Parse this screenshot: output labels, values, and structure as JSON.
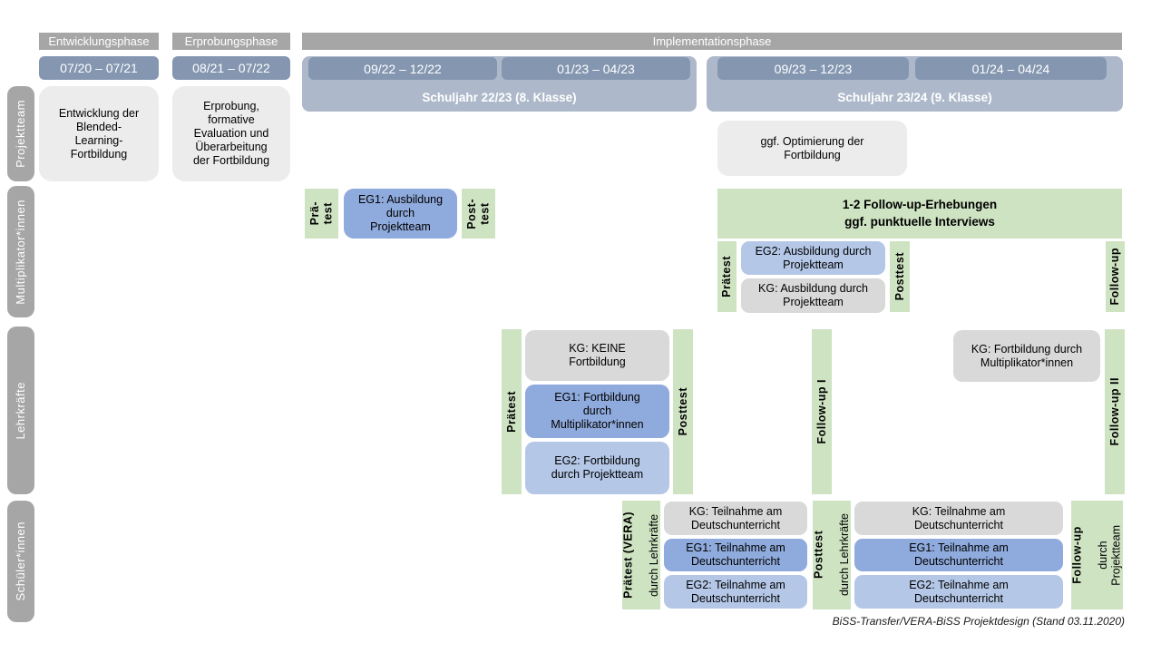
{
  "phases": {
    "p1": "Entwicklungsphase",
    "p2": "Erprobungsphase",
    "p3": "Implementationsphase"
  },
  "dates": {
    "d1": "07/20 – 07/21",
    "d2": "08/21 – 07/22",
    "d3": "09/22 – 12/22",
    "d4": "01/23 – 04/23",
    "d5": "09/23 – 12/23",
    "d6": "01/24 – 04/24"
  },
  "schuljahr": {
    "s1": "Schuljahr 22/23 (8. Klasse)",
    "s2": "Schuljahr 23/24 (9. Klasse)"
  },
  "row_labels": {
    "projektteam": "Projektteam",
    "multiplikator": "Multiplikator*innen",
    "lehrkraefte": "Lehrkräfte",
    "schueler": "Schüler*innen"
  },
  "projektteam": {
    "entwicklung": "Entwicklung der\nBlended-\nLearning-\nFortbildung",
    "erprobung": "Erprobung,\nformative\nEvaluation und\nÜberarbeitung\nder Fortbildung",
    "optimierung": "ggf. Optimierung der\nFortbildung"
  },
  "multiplikator": {
    "praetest1": "Prä-\ntest",
    "eg1": "EG1: Ausbildung\ndurch\nProjektteam",
    "posttest1": "Post-\ntest",
    "followup_box": "1-2 Follow-up-Erhebungen\nggf. punktuelle Interviews",
    "praetest2": "Prätest",
    "eg2": "EG2: Ausbildung durch\nProjektteam",
    "kg": "KG: Ausbildung durch\nProjektteam",
    "posttest2": "Posttest",
    "followup": "Follow-up"
  },
  "lehrkraefte": {
    "praetest": "Prätest",
    "kg": "KG: KEINE\nFortbildung",
    "eg1": "EG1: Fortbildung\ndurch\nMultiplikator*innen",
    "eg2": "EG2: Fortbildung\ndurch Projektteam",
    "posttest": "Posttest",
    "followup1": "Follow-up I",
    "kg2": "KG: Fortbildung durch\nMultiplikator*innen",
    "followup2": "Follow-up II"
  },
  "schueler": {
    "praetest_main": "Prätest (VERA)",
    "praetest_sub": "durch Lehrkräfte",
    "kg": "KG: Teilnahme am\nDeutschunterricht",
    "eg1": "EG1: Teilnahme am\nDeutschunterricht",
    "eg2": "EG2: Teilnahme am\nDeutschunterricht",
    "posttest_main": "Posttest",
    "posttest_sub": "durch Lehrkräfte",
    "followup_main": "Follow-up",
    "followup_sub": "durch\nProjektteam"
  },
  "footer": "BiSS-Transfer/VERA-BiSS Projektdesign (Stand 03.11.2020)",
  "colors": {
    "header_gray": "#a6a6a6",
    "date_blue": "#8496b0",
    "container_blue": "#adb9ca",
    "light_box_gray": "#ececec",
    "kg_gray": "#d9d9d9",
    "eg1_blue": "#8faadc",
    "eg2_blue": "#b4c7e7",
    "test_green": "#cee3c2"
  }
}
